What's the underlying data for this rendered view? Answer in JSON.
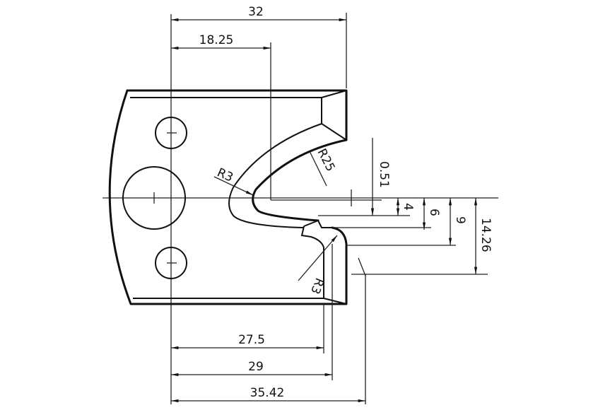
{
  "drawing": {
    "dimensions": {
      "width_overall": "32",
      "centre_offset": "18.25",
      "height_0_51": "0.51",
      "height_4": "4",
      "height_6": "6",
      "height_9": "9",
      "height_14_26": "14.26",
      "depth_27_5": "27.5",
      "depth_29": "29",
      "depth_35_42": "35.42"
    },
    "radii": {
      "tip_radius": "R3",
      "arc_radius": "R25",
      "lower_radius": "R3"
    },
    "line_color": "#111111"
  }
}
